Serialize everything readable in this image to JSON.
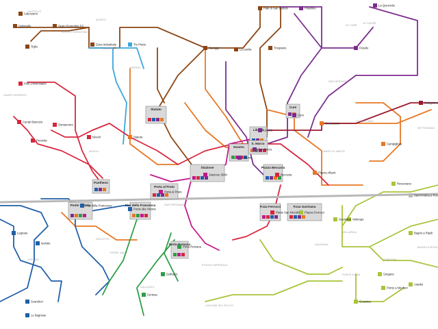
{
  "map": {
    "colors": {
      "brown": "#8B4513",
      "purple": "#7B2D8E",
      "orange": "#E87722",
      "blue": "#1F5FA8",
      "lightblue": "#3AA6DD",
      "red": "#D7263D",
      "green": "#2E9E48",
      "lime": "#A7C43A",
      "magenta": "#C2188B",
      "darkred": "#9B1B30",
      "gray": "#B8B8B8",
      "hub_fill": "#D9D9D9"
    },
    "stations": [
      {
        "id": "s1",
        "label": "Calenzano",
        "line": "brown"
      },
      {
        "id": "s2",
        "label": "Settimello",
        "line": "brown"
      },
      {
        "id": "s3",
        "label": "Sesto Fiorentino FS",
        "line": "brown"
      },
      {
        "id": "s4",
        "label": "Tiglio",
        "line": "brown"
      },
      {
        "id": "s5",
        "label": "Zona Industriale",
        "line": "brown"
      },
      {
        "id": "s6",
        "label": "Tre Pietre",
        "line": "lightblue"
      },
      {
        "id": "s7",
        "label": "Polo Universitario",
        "line": "red"
      },
      {
        "id": "s8",
        "label": "Careggi",
        "line": "brown"
      },
      {
        "id": "s9",
        "label": "La Lastra",
        "line": "brown"
      },
      {
        "id": "s10",
        "label": "Trespiano",
        "line": "brown"
      },
      {
        "id": "s11",
        "label": "Pian di San Bartolo",
        "line": "brown"
      },
      {
        "id": "s12",
        "label": "Pratolino",
        "line": "purple"
      },
      {
        "id": "s13",
        "label": "La Querciola",
        "line": "purple"
      },
      {
        "id": "s14",
        "label": "Fiesole",
        "line": "purple"
      },
      {
        "id": "s15",
        "label": "Peretola",
        "line": "red"
      },
      {
        "id": "s16",
        "label": "Campi Bisenzio",
        "line": "red"
      },
      {
        "id": "s17",
        "label": "Osmannoro",
        "line": "red"
      },
      {
        "id": "s18",
        "label": "Novoli",
        "line": "red"
      },
      {
        "id": "s19",
        "label": "Statuto",
        "line": "orange"
      },
      {
        "id": "s20",
        "label": "Libertà",
        "line": "purple"
      },
      {
        "id": "s21",
        "label": "Cure",
        "line": "purple"
      },
      {
        "id": "s22",
        "label": "Coverciano",
        "line": "orange"
      },
      {
        "id": "s23",
        "label": "Settignano",
        "line": "darkred"
      },
      {
        "id": "s24",
        "label": "Campigliola",
        "line": "orange"
      },
      {
        "id": "s25",
        "label": "Rovezzano",
        "line": "lime"
      },
      {
        "id": "s26",
        "label": "Porta al Prato",
        "line": "magenta"
      },
      {
        "id": "s27",
        "label": "Stazione SMN",
        "line": "magenta"
      },
      {
        "id": "s28",
        "label": "San Marco",
        "line": "purple"
      },
      {
        "id": "s29",
        "label": "Duomo",
        "line": "purple"
      },
      {
        "id": "s30",
        "label": "Beccaria",
        "line": "red"
      },
      {
        "id": "s31",
        "label": "Piazza Alberti",
        "line": "orange"
      },
      {
        "id": "s32",
        "label": "Pier della Francesca",
        "line": "blue"
      },
      {
        "id": "s33",
        "label": "Porta Romana",
        "line": "green"
      },
      {
        "id": "s34",
        "label": "Ponte alla Vittoria",
        "line": "blue"
      },
      {
        "id": "s35",
        "label": "Ponte San Niccolò",
        "line": "red"
      },
      {
        "id": "s36",
        "label": "Piazza Ferrucci",
        "line": "lime"
      },
      {
        "id": "s37",
        "label": "Gavinana",
        "line": "lime"
      },
      {
        "id": "s38",
        "label": "Galluzzo",
        "line": "green"
      },
      {
        "id": "s39",
        "label": "Certosa",
        "line": "green"
      },
      {
        "id": "s40",
        "label": "Bagno a Ripoli",
        "line": "lime"
      },
      {
        "id": "s41",
        "label": "Legnaia",
        "line": "blue"
      },
      {
        "id": "s42",
        "label": "Isolotto",
        "line": "blue"
      },
      {
        "id": "s43",
        "label": "Scandicci",
        "line": "blue"
      },
      {
        "id": "s44",
        "label": "Le Bagnese",
        "line": "blue"
      },
      {
        "id": "s45",
        "label": "Sorgane",
        "line": "lime"
      },
      {
        "id": "s46",
        "label": "Grassina",
        "line": "lime"
      },
      {
        "id": "s47",
        "label": "Antella",
        "line": "lime"
      },
      {
        "id": "s48",
        "label": "Ponte a Niccheri",
        "line": "lime"
      },
      {
        "id": "s49",
        "label": "Sant'Andrea a Rovezzano",
        "line": "gray"
      },
      {
        "id": "s50",
        "label": "Varlungo",
        "line": "lime"
      }
    ],
    "hubs": [
      {
        "id": "h1",
        "label": "Statuto"
      },
      {
        "id": "h2",
        "label": "Libertà"
      },
      {
        "id": "h3",
        "label": "Cure"
      },
      {
        "id": "h4",
        "label": "S. Marco"
      },
      {
        "id": "h5",
        "label": "Duomo"
      },
      {
        "id": "h6",
        "label": "Stazione"
      },
      {
        "id": "h7",
        "label": "Porta al Prato"
      },
      {
        "id": "h8",
        "label": "Piazza Beccaria"
      },
      {
        "id": "h9",
        "label": "Ponte Vittoria"
      },
      {
        "id": "h10",
        "label": "Pier della Francesca"
      },
      {
        "id": "h11",
        "label": "Porta Romana"
      },
      {
        "id": "h12",
        "label": "P.zza Ferrucci"
      },
      {
        "id": "h13",
        "label": "P.zza Gavinana"
      },
      {
        "id": "h14",
        "label": "Pantheon"
      }
    ],
    "districts": [
      "CASTELLO",
      "QUINTO",
      "SESTO FIORENTINO",
      "CAREGGI",
      "LE CURE",
      "LE CAURE",
      "NOVOLI",
      "RIFREDI",
      "SAN GERVASIO",
      "COVERCIANO",
      "CAMPO DI MARTE",
      "SAN FREDIANO",
      "ISOLOTTO",
      "LEGNAIA",
      "GAVINANA",
      "BELLARIVA",
      "POGGIO IMPERIALE",
      "GALLUZZO",
      "CASCINE DEL RICCIO",
      "PONTE A EMA",
      "TORRE GALLI",
      "SETTIGNANO",
      "BAGNO A RIPOLI",
      "SORGANE",
      "CAMPO BISENZIO"
    ]
  }
}
